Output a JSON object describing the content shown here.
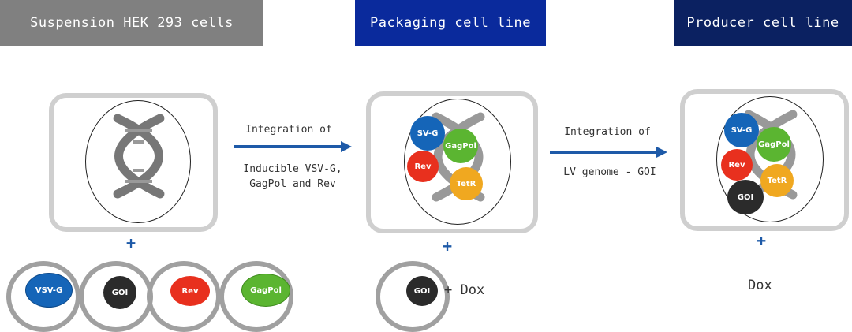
{
  "stages": {
    "stage1_title": "Suspension HEK 293 cells",
    "stage2_title": "Packaging cell line",
    "stage3_title": "Producer cell line"
  },
  "arrows": {
    "arrow1_top": "Integration of",
    "arrow1_bottom": "Inducible VSV-G,\nGagPol and Rev",
    "arrow2_top": "Integration of",
    "arrow2_bottom": "LV genome - GOI"
  },
  "plus_sign": "+",
  "stage2_cell": {
    "vsvg": "SV-G",
    "gagpol": "GagPol",
    "rev": "Rev",
    "tetr": "TetR"
  },
  "stage3_cell": {
    "vsvg": "SV-G",
    "gagpol": "GagPol",
    "rev": "Rev",
    "tetr": "TetR",
    "goi": "GOI"
  },
  "plasmids1": {
    "p1": "VSV-G",
    "p2": "GOI",
    "p3": "Rev",
    "p4": "GagPol"
  },
  "plasmids2": {
    "p1": "GOI",
    "extra": "+ Dox"
  },
  "stage3_extra": "Dox",
  "colors": {
    "vsvg": "#1565b8",
    "gagpol": "#5bb531",
    "rev": "#e8301e",
    "tetr": "#f0a820",
    "goi": "#2b2b2b",
    "arrow": "#1e5aa8"
  },
  "icons": [
    "dna-helix-icon"
  ]
}
